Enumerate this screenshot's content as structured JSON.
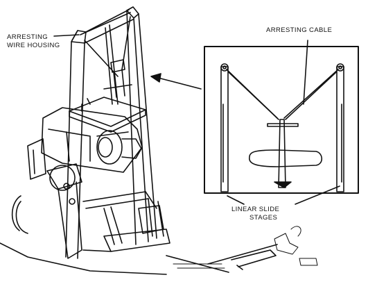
{
  "labels": {
    "wire_housing_line1": "ARRESTING",
    "wire_housing_line2": "WIRE HOUSING",
    "arresting_cable": "ARRESTING CABLE",
    "linear_slide_line1": "LINEAR SLIDE",
    "linear_slide_line2": "STAGES"
  },
  "colors": {
    "ink": "#111111",
    "paper": "#ffffff"
  }
}
